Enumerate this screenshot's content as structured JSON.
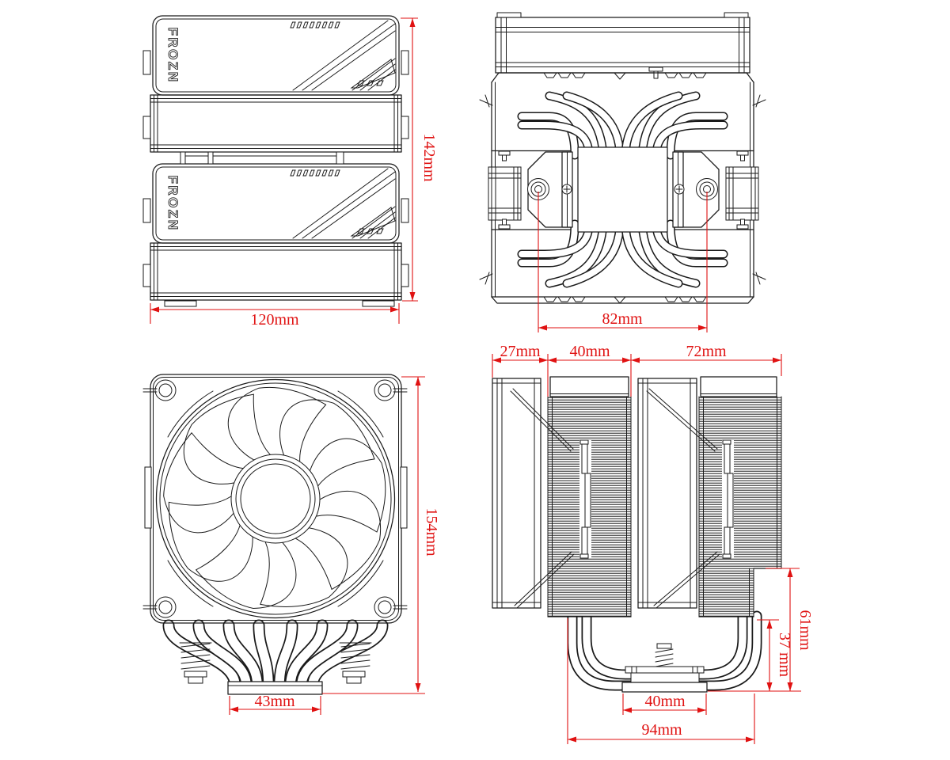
{
  "brand": {
    "logo": "FROZN"
  },
  "colors": {
    "line": "#1a1a1a",
    "dimension_red": "#e01212",
    "background": "#ffffff"
  },
  "views": {
    "fans_top_view": {
      "label_width": "120mm",
      "label_height": "142mm"
    },
    "heatsink_top_view": {
      "label_screw_pitch": "82mm"
    },
    "fan_front_view": {
      "label_height": "154mm",
      "label_base_width": "43mm"
    },
    "side_view": {
      "label_fan_depth": "27mm",
      "label_tower_depth": "40mm",
      "label_rear_depth": "72mm",
      "label_fin_clearance": "61mm",
      "label_base_clearance": "37 mm",
      "label_base_width": "40mm",
      "label_heatpipe_span": "94mm"
    }
  }
}
